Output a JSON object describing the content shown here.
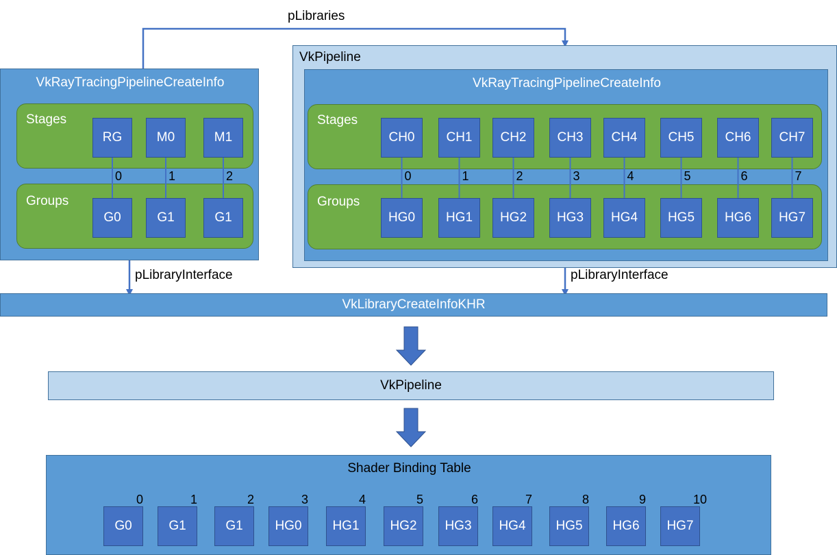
{
  "colors": {
    "container_blue": "#5b9bd5",
    "container_light": "#bdd7ee",
    "group_green": "#70ad47",
    "node_blue": "#4472c4",
    "connector": "#4472c4"
  },
  "edges": {
    "plibraries": "pLibraries",
    "plibrary_interface": "pLibraryInterface"
  },
  "left_create_info": {
    "title": "VkRayTracingPipelineCreateInfo",
    "stages_label": "Stages",
    "groups_label": "Groups",
    "stages": [
      "RG",
      "M0",
      "M1"
    ],
    "indices": [
      "0",
      "1",
      "2"
    ],
    "groups": [
      "G0",
      "G1",
      "G1"
    ]
  },
  "right_pipeline": {
    "title": "VkPipeline",
    "create_info_title": "VkRayTracingPipelineCreateInfo",
    "stages_label": "Stages",
    "groups_label": "Groups",
    "stages": [
      "CH0",
      "CH1",
      "CH2",
      "CH3",
      "CH4",
      "CH5",
      "CH6",
      "CH7"
    ],
    "indices": [
      "0",
      "1",
      "2",
      "3",
      "4",
      "5",
      "6",
      "7"
    ],
    "groups": [
      "HG0",
      "HG1",
      "HG2",
      "HG3",
      "HG4",
      "HG5",
      "HG6",
      "HG7"
    ]
  },
  "library_create_info": "VkLibraryCreateInfoKHR",
  "result_pipeline": "VkPipeline",
  "sbt": {
    "title": "Shader Binding Table",
    "indices": [
      "0",
      "1",
      "2",
      "3",
      "4",
      "5",
      "6",
      "7",
      "8",
      "9",
      "10"
    ],
    "entries": [
      "G0",
      "G1",
      "G1",
      "HG0",
      "HG1",
      "HG2",
      "HG3",
      "HG4",
      "HG5",
      "HG6",
      "HG7"
    ]
  }
}
